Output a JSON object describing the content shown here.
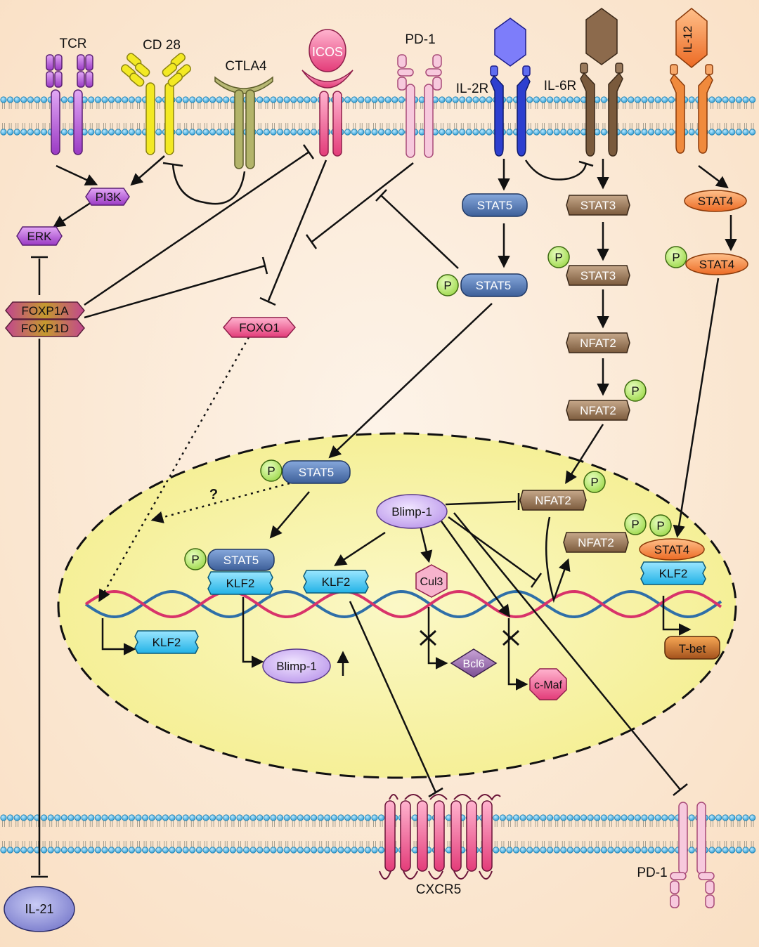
{
  "receptors": {
    "tcr": "TCR",
    "cd28": "CD 28",
    "ctla4": "CTLA4",
    "icos": "ICOS",
    "pd1": "PD-1",
    "il2r": "IL-2R",
    "il6r": "IL-6R",
    "il12": "IL-12"
  },
  "cytoplasm": {
    "pi3k": "PI3K",
    "erk": "ERK",
    "foxp1a": "FOXP1A",
    "foxp1d": "FOXP1D",
    "foxo1": "FOXO1",
    "stat5": "STAT5",
    "pstat5": "STAT5",
    "stat3": "STAT3",
    "pstat3": "STAT3",
    "nfat2": "NFAT2",
    "pnfat2": "NFAT2",
    "stat4": "STAT4",
    "pstat4": "STAT4",
    "p": "P"
  },
  "nucleus": {
    "pstat5": "STAT5",
    "question": "?",
    "blimp1": "Blimp-1",
    "nfat2_bound": "NFAT2",
    "nfat2_free": "NFAT2",
    "stat5_complex": "STAT5",
    "klf2_complex": "KLF2",
    "klf2_mid": "KLF2",
    "cul3": "Cul3",
    "stat4_complex": "STAT4",
    "klf2_right": "KLF2",
    "klf2_product": "KLF2",
    "blimp1_product": "Blimp-1",
    "up_arrow": "↑",
    "bcl6": "Bcl6",
    "cmaf": "c-Maf",
    "tbet": "T-bet"
  },
  "bottom": {
    "cxcr5": "CXCR5",
    "pd1": "PD-1",
    "il21": "IL-21"
  },
  "colors": {
    "background": "#fbe6cf",
    "membrane_head": "#3fb0e3",
    "nucleus_fill": "#f7f3a5",
    "dna_red": "#d8336a",
    "dna_blue": "#2f6fa8",
    "purple": "#a63fc9",
    "yellow": "#f2e51e",
    "olive": "#b3b46a",
    "pink_red": "#e6457e",
    "light_pink": "#f5b9d3",
    "blue": "#2d3fcf",
    "brown": "#8a6a4c",
    "orange": "#f08a3c",
    "stat_blue": "#5277b3",
    "green_p": "#b8ec6a",
    "cyan": "#48c7f0",
    "lavender": "#c6a7ee"
  }
}
